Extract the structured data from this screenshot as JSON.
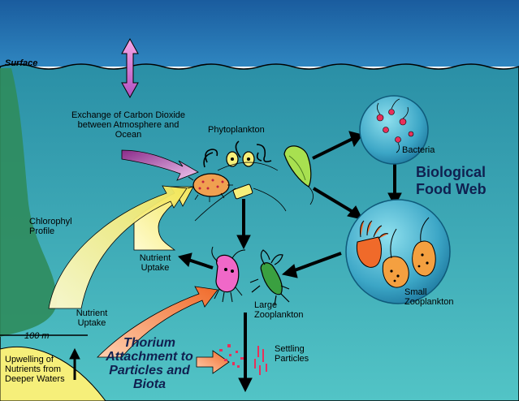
{
  "labels": {
    "surface": "Surface",
    "exchange": "Exchange of Carbon Dioxide between Atmosphere and Ocean",
    "phytoplankton": "Phytoplankton",
    "bacteria": "Bacteria",
    "food_web": "Biological Food Web",
    "chlorophyl": "Chlorophyl Profile",
    "nutrient_uptake_upper": "Nutrient Uptake",
    "nutrient_uptake_lower": "Nutrient Uptake",
    "large_zoo": "Large Zooplankton",
    "small_zoo": "Small Zooplankton",
    "depth": "100 m",
    "thorium": "Thorium Attachment to Particles and Biota",
    "settling": "Settling Particles",
    "upwelling": "Upwelling of Nutrients from Deeper Waters"
  },
  "colors": {
    "sky": "#1e6fb0",
    "sea_top": "#2e9aa8",
    "sea_bottom": "#4ec0c8",
    "chlorophyl": "#2e8a5a",
    "nutrient": "#f6ef7a",
    "exchange_arrow": "#d48ad8",
    "thorium_arrow": "#f07a3a",
    "particles": "#e8305a",
    "sphere": "#3aa0c0"
  }
}
